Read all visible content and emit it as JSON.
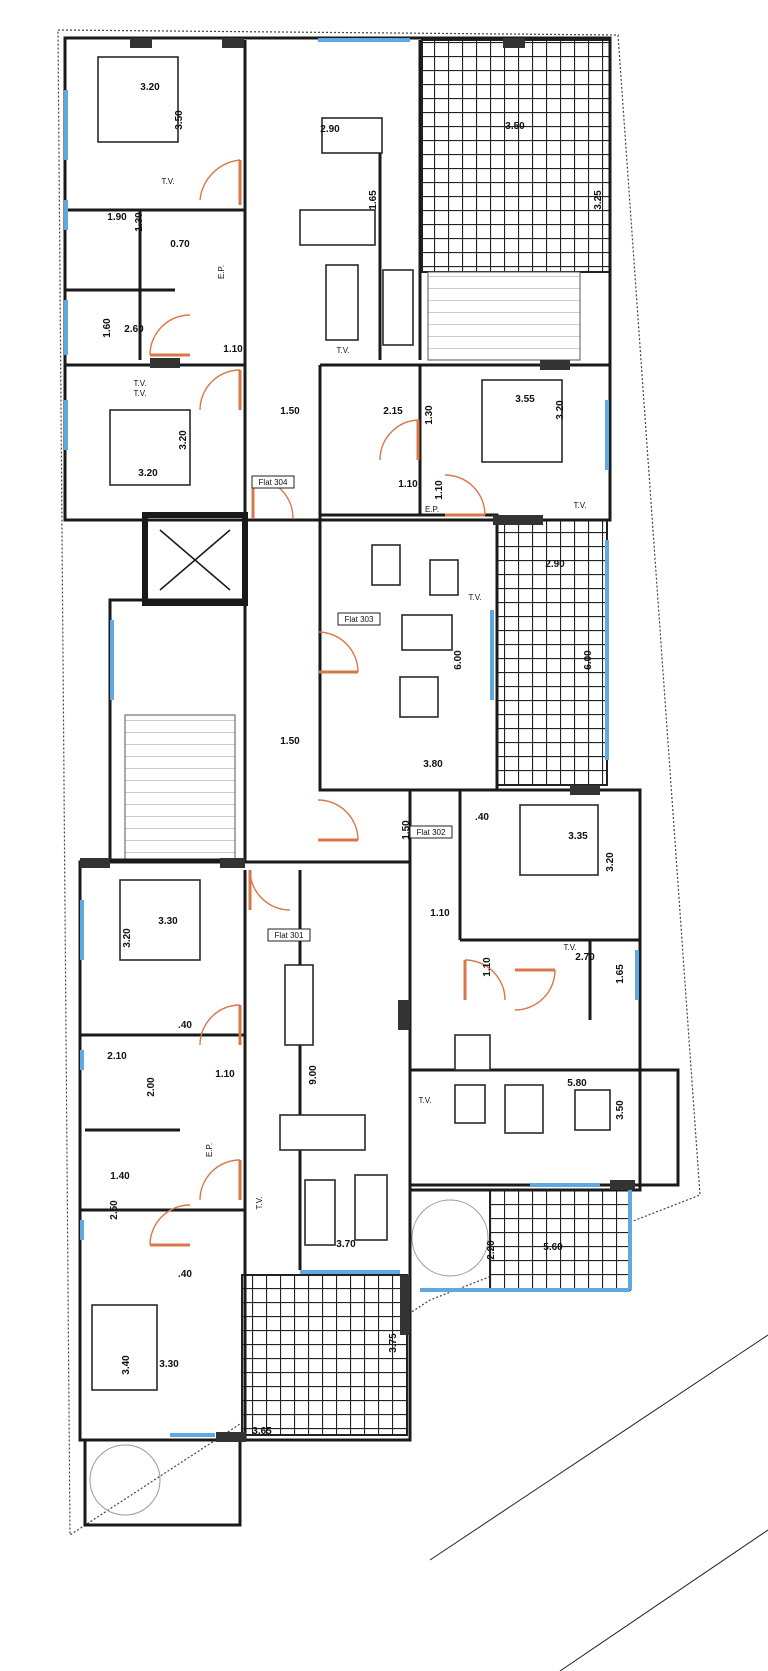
{
  "flats": [
    "Flat 304",
    "Flat 303",
    "Flat 302",
    "Flat 301"
  ],
  "dimensions": [
    "3.20",
    "3.50",
    "2.90",
    "3.50",
    "3.25",
    "1.90",
    "1.30",
    "0.70",
    "1.65",
    "1.60",
    "2.60",
    "1.10",
    "3.20",
    "3.20",
    "1.50",
    "2.15",
    "1.30",
    "3.20",
    "3.55",
    "1.10",
    "1.10",
    "2.90",
    "6.00",
    "6.00",
    "3.80",
    "1.50",
    "1.50",
    ".40",
    "3.35",
    "3.20",
    "1.10",
    "2.70",
    "1.10",
    "1.65",
    "5.80",
    "3.50",
    "3.30",
    "3.20",
    ".40",
    "2.10",
    "2.00",
    "1.10",
    "9.00",
    "1.40",
    "2.50",
    "3.70",
    "5.60",
    "2.20",
    ".40",
    "3.40",
    "3.30",
    "3.65",
    "3.75"
  ],
  "tv_label": "T.V.",
  "ep_label": "E.P.",
  "colors": {
    "walls": "#1a1a1a",
    "windows": "#5fa8e0",
    "doors": "#d9774a"
  }
}
